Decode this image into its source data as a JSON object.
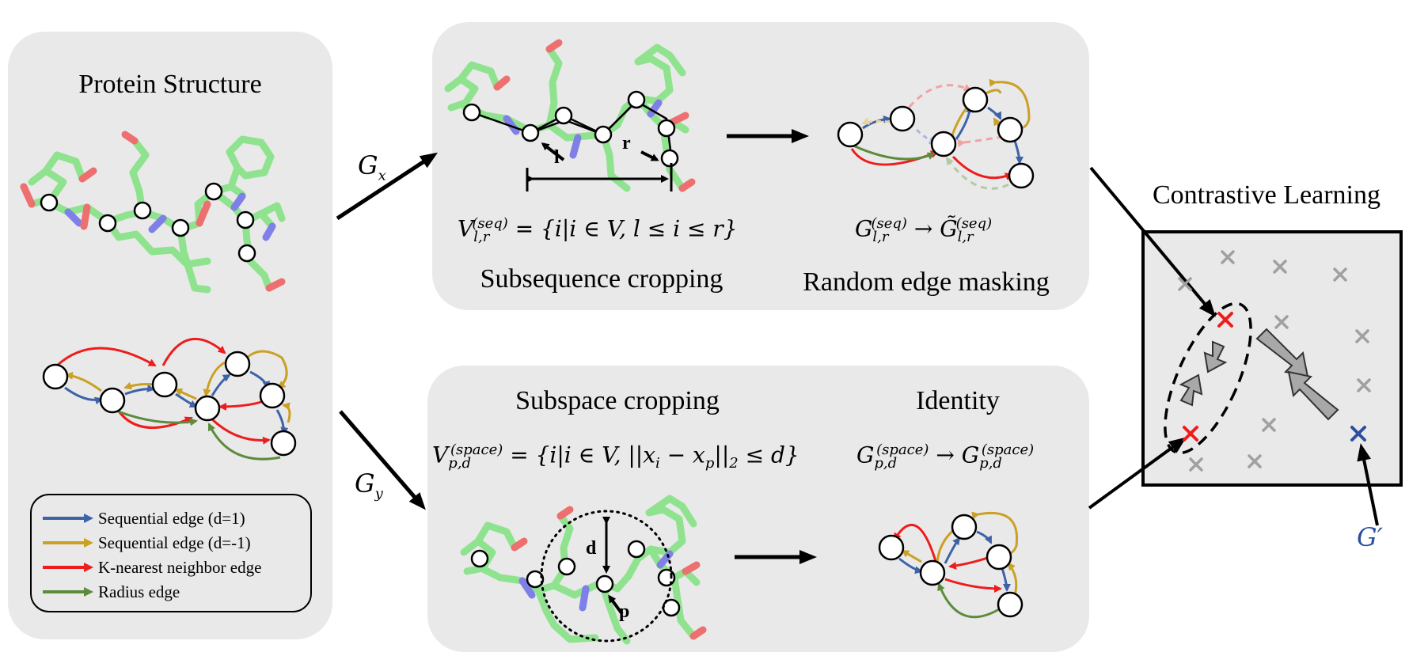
{
  "panels": {
    "protein": {
      "title": "Protein Structure"
    },
    "seq": {
      "subset_lhs": "V",
      "subset_sub": "l,r",
      "subset_sup": "(seq)",
      "subset_rhs": " = {i|i ∈ V, l ≤ i ≤ r}",
      "crop_label": "Subsequence cropping",
      "mask_lhs": "G",
      "mask_sub": "l,r",
      "mask_sup": "(seq)",
      "mask_arrow": " → ",
      "mask_rhs": "G̃",
      "mask_rhs_sub": "l,r",
      "mask_rhs_sup": "(seq)",
      "mask_label": "Random edge masking",
      "marker_l": "l",
      "marker_r": "r"
    },
    "space": {
      "crop_label": "Subspace cropping",
      "identity_label": "Identity",
      "subset_lhs": "V",
      "subset_sub": "p,d",
      "subset_sup": "(space)",
      "subset_rhs": " = {i|i ∈ V, ||x",
      "subset_rhs_i": "i",
      "subset_rhs_mid": " − x",
      "subset_rhs_p": "p",
      "subset_rhs_end": "||",
      "subset_rhs_two": "2",
      "subset_rhs_tail": " ≤ d}",
      "id_lhs": "G",
      "id_sub": "p,d",
      "id_sup": "(space)",
      "id_arrow": " → ",
      "id_rhs": "G",
      "id_rhs_sub": "p,d",
      "id_rhs_sup": "(space)",
      "marker_d": "d",
      "marker_p": "p"
    }
  },
  "view_labels": {
    "gx": "G",
    "gx_sub": "x",
    "gy": "G",
    "gy_sub": "y",
    "gprime": "G′"
  },
  "contrastive": {
    "title": "Contrastive Learning"
  },
  "legend": {
    "items": [
      {
        "label": "Sequential edge (d=1)",
        "color": "#3e62a8"
      },
      {
        "label": "Sequential edge (d=-1)",
        "color": "#caa025"
      },
      {
        "label": "K-nearest neighbor edge",
        "color": "#ee1c1c"
      },
      {
        "label": "Radius edge",
        "color": "#5c8b3c"
      }
    ]
  },
  "colors": {
    "panel_bg": "#e9e9e9",
    "stick_carbon": "#8fe38f",
    "stick_nitrogen": "#7f7fe8",
    "stick_oxygen": "#ee6f6f",
    "cross_gray": "#a0a0a0",
    "cross_red": "#ee1c1c",
    "cross_blue": "#2b4fa0"
  }
}
